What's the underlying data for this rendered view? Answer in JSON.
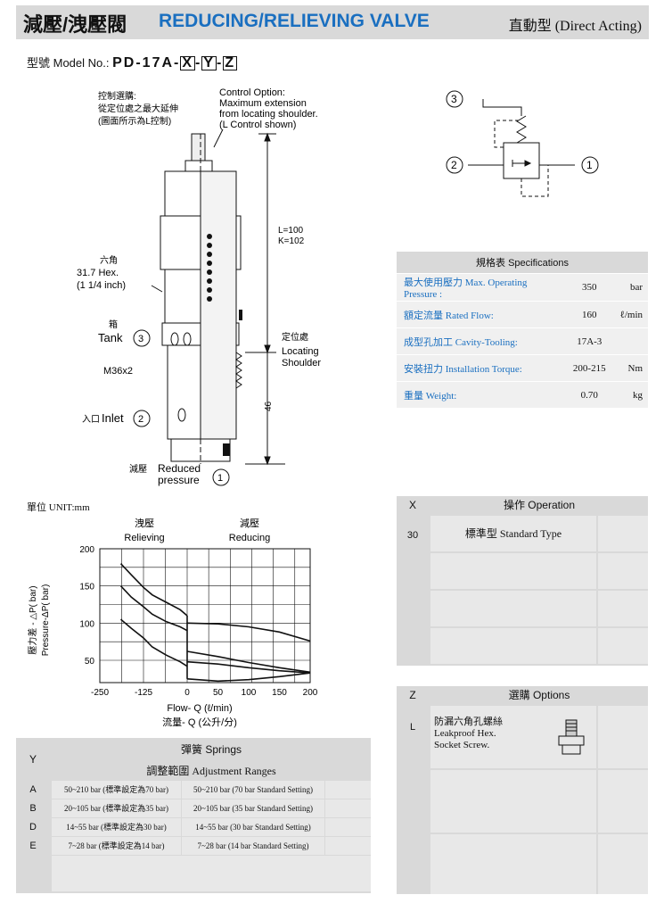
{
  "header": {
    "title_zh": "減壓/洩壓閥",
    "title_en": "REDUCING/RELIEVING VALVE",
    "type": "直動型 (Direct Acting)"
  },
  "model": {
    "label": "型號 Model No.:",
    "prefix": "PD-17A-",
    "x": "X",
    "y": "Y",
    "z": "Z",
    "dash": "-"
  },
  "drawing": {
    "control_zh_1": "控制選購:",
    "control_zh_2": "從定位處之最大延伸",
    "control_zh_3": "(圖面所示為L控制)",
    "control_en_1": "Control Option:",
    "control_en_2": "Maximum extension",
    "control_en_3": "from locating shoulder.",
    "control_en_4": "(L Control shown)",
    "hex_zh": "六角",
    "hex_en_1": "31.7 Hex.",
    "hex_en_2": "(1 1/4 inch)",
    "tank_zh": "箱",
    "tank_en": "Tank",
    "tank_no": "3",
    "thread": "M36x2",
    "inlet_zh": "入口",
    "inlet_en": "Inlet",
    "inlet_no": "2",
    "reduced_zh": "減壓",
    "reduced_en_1": "Reduced",
    "reduced_en_2": "pressure",
    "reduced_no": "1",
    "length_1": "L=100",
    "length_2": "K=102",
    "locating_zh": "定位處",
    "locating_en_1": "Locating",
    "locating_en_2": "Shoulder",
    "dim_46": "46",
    "unit": "單位 UNIT:mm"
  },
  "symbol": {
    "p3": "3",
    "p2": "2",
    "p1": "1"
  },
  "specs": {
    "title": "規格表 Specifications",
    "rows": [
      {
        "label": "最大使用壓力 Max. Operating Pressure :",
        "value": "350",
        "unit": "bar"
      },
      {
        "label": "額定流量 Rated Flow:",
        "value": "160",
        "unit": "ℓ/min"
      },
      {
        "label": "成型孔加工 Cavity-Tooling:",
        "value": "17A-3",
        "unit": ""
      },
      {
        "label": "安裝扭力 Installation Torque:",
        "value": "200-215",
        "unit": "Nm"
      },
      {
        "label": "重量 Weight:",
        "value": "0.70",
        "unit": "kg"
      }
    ]
  },
  "chart_data": {
    "type": "line",
    "annotations": [
      "洩壓",
      "Relieving",
      "減壓",
      "Reducing"
    ],
    "xlabel": "Flow- Q (ℓ/min)",
    "xlabel_zh": "流量- Q (公升/分)",
    "ylabel": "壓力差 - △P( bar)",
    "ylabel_en": "Pressure-ΔP( bar)",
    "x_ticks": [
      "-250",
      "-125",
      "0",
      "50",
      "100",
      "150",
      "200"
    ],
    "y_ticks": [
      "200",
      "150",
      "100",
      "50"
    ],
    "xlim": [
      -250,
      200
    ],
    "ylim": [
      20,
      200
    ],
    "series": [
      {
        "x": [
          -190,
          -160,
          -125,
          -100,
          -60,
          -20,
          0
        ],
        "y": [
          180,
          165,
          148,
          138,
          128,
          118,
          110
        ]
      },
      {
        "x": [
          -190,
          -160,
          -125,
          -100,
          -60,
          -20,
          0
        ],
        "y": [
          150,
          135,
          122,
          112,
          102,
          95,
          90
        ]
      },
      {
        "x": [
          -190,
          -160,
          -125,
          -100,
          -60,
          -20,
          0
        ],
        "y": [
          105,
          93,
          80,
          68,
          57,
          48,
          42
        ]
      },
      {
        "x": [
          0,
          50,
          100,
          150,
          200
        ],
        "y": [
          100,
          99,
          95,
          88,
          76
        ]
      },
      {
        "x": [
          0,
          50,
          100,
          150,
          200
        ],
        "y": [
          62,
          55,
          47,
          40,
          34
        ]
      },
      {
        "x": [
          0,
          50,
          100,
          150,
          200
        ],
        "y": [
          48,
          45,
          40,
          36,
          33
        ]
      },
      {
        "x": [
          0,
          50,
          100,
          150,
          200
        ],
        "y": [
          25,
          22,
          24,
          28,
          33
        ]
      }
    ]
  },
  "springs": {
    "y_label": "Y",
    "title": "彈簧 Springs",
    "subtitle": "調整範圍 Adjustment Ranges",
    "rows": [
      {
        "code": "A",
        "c1": "50~210 bar (標準設定為70 bar)",
        "c2": "50~210 bar  (70 bar Standard Setting)"
      },
      {
        "code": "B",
        "c1": "20~105 bar (標準設定為35 bar)",
        "c2": "20~105 bar  (35 bar Standard Setting)"
      },
      {
        "code": "D",
        "c1": "14~55 bar (標準設定為30 bar)",
        "c2": "14~55 bar  (30 bar Standard Setting)"
      },
      {
        "code": "E",
        "c1": "7~28 bar (標準設定為14 bar)",
        "c2": "7~28  bar  (14 bar Standard Setting)"
      }
    ]
  },
  "operation": {
    "x_label": "X",
    "title": "操作 Operation",
    "code": "30",
    "desc": "標準型 Standard Type"
  },
  "options": {
    "z_label": "Z",
    "title": "選購 Options",
    "code": "L",
    "desc_1": "防漏六角孔螺絲",
    "desc_2": "Leakproof Hex.",
    "desc_3": "Socket Screw."
  }
}
